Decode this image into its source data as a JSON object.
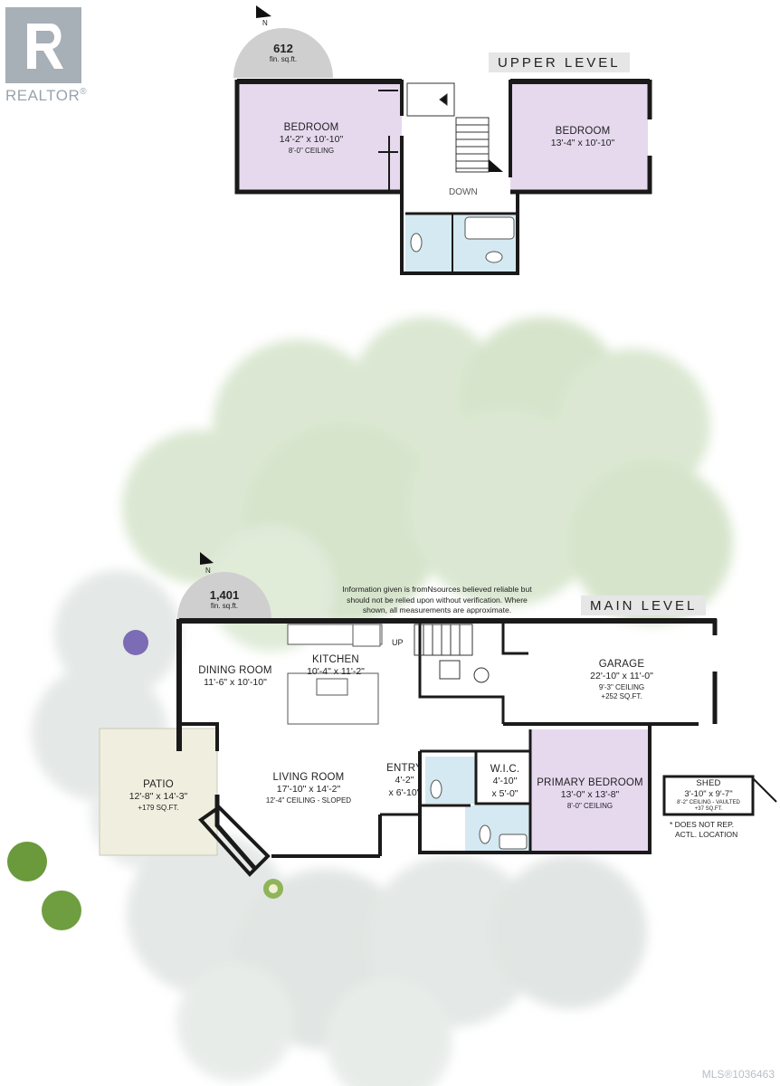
{
  "brand": {
    "name": "REALTOR",
    "registered": "®",
    "color": "#9aa3ad"
  },
  "mls_watermark": "MLS®1036463",
  "upper_level": {
    "title": "UPPER LEVEL",
    "sqft": "612",
    "sqft_unit": "fin. sq.ft.",
    "compass": "N",
    "stair_label": "DOWN",
    "rooms": [
      {
        "name": "BEDROOM",
        "dims": "14'-2\" x 10'-10\"",
        "note": "8'-0\" CEILING"
      },
      {
        "name": "BEDROOM",
        "dims": "13'-4\" x 10'-10\""
      }
    ]
  },
  "main_level": {
    "title": "MAIN LEVEL",
    "sqft": "1,401",
    "sqft_unit": "fin. sq.ft.",
    "compass": "N",
    "stair_label": "UP",
    "disclaimer": "Information given is fromNsources believed reliable but should not be relied upon without verification. Where shown, all measurements are approximate.",
    "rooms": {
      "dining": {
        "name": "DINING ROOM",
        "dims": "11'-6\" x 10'-10\""
      },
      "kitchen": {
        "name": "KITCHEN",
        "dims": "10'-4\" x 11'-2\""
      },
      "garage": {
        "name": "GARAGE",
        "dims": "22'-10\" x 11'-0\"",
        "note1": "9'-3\" CEILING",
        "note2": "+252 SQ.FT."
      },
      "living": {
        "name": "LIVING ROOM",
        "dims": "17'-10\" x 14'-2\"",
        "note": "12'-4\" CEILING - SLOPED"
      },
      "entry": {
        "name": "ENTRY",
        "dims1": "4'-2\"",
        "dims2": "x 6'-10\""
      },
      "wic": {
        "name": "W.I.C.",
        "dims1": "4'-10\"",
        "dims2": "x 5'-0\""
      },
      "primary": {
        "name": "PRIMARY BEDROOM",
        "dims": "13'-0\" x 13'-8\"",
        "note": "8'-0\" CEILING"
      },
      "patio": {
        "name": "PATIO",
        "dims": "12'-8\" x 14'-3\"",
        "note": "+179 SQ.FT."
      },
      "shed": {
        "name": "SHED",
        "dims": "3'-10\" x 9'-7\"",
        "note1": "8'-2\" CEILING - VAULTED",
        "note2": "+37 SQ.FT."
      }
    },
    "shed_footnote_1": "* DOES NOT REP.",
    "shed_footnote_2": "ACTL. LOCATION"
  },
  "colors": {
    "bedroom": "#e6d9ee",
    "bath": "#d4e9f1",
    "patio": "#f0efdf",
    "foliage": "#c8dcbc",
    "foliage_gray": "#d5dbd8",
    "wall": "#1a1a1a"
  }
}
